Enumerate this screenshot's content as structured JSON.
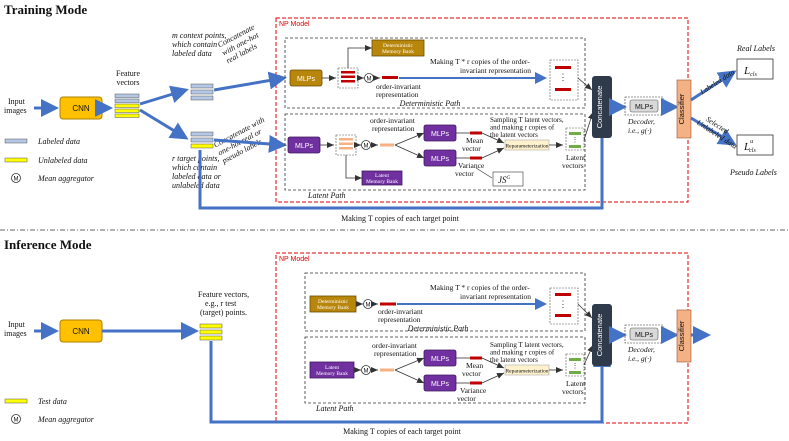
{
  "training": {
    "heading": "Training Mode",
    "np_model_label": "NP Model",
    "input_label": [
      "Input",
      "images"
    ],
    "cnn_label": "CNN",
    "feature_label": [
      "Feature",
      "vectors"
    ],
    "context_label": [
      "m context points,",
      "which contain",
      "labeled data"
    ],
    "target_label": [
      "r target points,",
      "which contain",
      "labeled data or",
      "unlabeled data"
    ],
    "concat_onehot_label": [
      "Concatenate",
      "with one-hot",
      "real labels"
    ],
    "concat_onehot2_label": [
      "Concatenate with",
      "one-hot real or",
      "pseudo labels"
    ],
    "det_memory_bank": [
      "Deterministic",
      "Memory Bank"
    ],
    "latent_memory_bank": [
      "Latent",
      "Memory Bank"
    ],
    "mlps": "MLPs",
    "mean_agg_symbol": "M",
    "order_invariant": "order-invariant representation",
    "order_invariant_top": [
      "order-invariant",
      "representation"
    ],
    "making_copies": [
      "Making T * r  copies of the order-",
      "invariant representation"
    ],
    "deterministic_path": "Deterministic Path",
    "latent_path": "Latent Path",
    "mean_vector": [
      "Mean",
      "vector"
    ],
    "variance_vector": [
      "Variance",
      "vector"
    ],
    "js_symbol": "JS",
    "js_sup": "G",
    "sampling": [
      "Sampling T  latent vectors,",
      "and making r copies of",
      "the latent vectors"
    ],
    "reparam": "Reparameterization",
    "latent_vectors": [
      "Latent",
      "vectors"
    ],
    "concatenate": "Concatenate",
    "decoder": [
      "Decoder,",
      "i.e., g(·)"
    ],
    "classifier": "Classifier",
    "real_labels": "Real Labels",
    "pseudo_labels": "Pseudo Labels",
    "labeled_data_arrow": "Labeled data",
    "selected_unlabeled": [
      "Selected",
      "Unlabeled data"
    ],
    "loss_cls": "L",
    "loss_sub": "cls",
    "loss_sup": "u",
    "making_target_copies": "Making T copies of each target point",
    "legend_labeled": "Labeled data",
    "legend_unlabeled": "Unlabeled data",
    "legend_mean": "Mean aggregator"
  },
  "inference": {
    "heading": "Inference Mode",
    "np_model_label": "NP Model",
    "input_label": [
      "Input",
      "images"
    ],
    "cnn_label": "CNN",
    "feature_label": [
      "Feature vectors,",
      "e.g., r test",
      "(target) points."
    ],
    "det_memory_bank": [
      "Deterministic",
      "Memory Bank"
    ],
    "latent_memory_bank": [
      "Latent",
      "Memory Bank"
    ],
    "mlps": "MLPs",
    "making_copies": [
      "Making T * r  copies of the order-",
      "invariant representation"
    ],
    "order_invariant": [
      "order-invariant",
      "representation"
    ],
    "order_invariant_top": [
      "order-invariant",
      "representation"
    ],
    "deterministic_path": "Deterministic Path",
    "latent_path": "Latent Path",
    "mean_vector": [
      "Mean",
      "vector"
    ],
    "variance_vector": [
      "Variance",
      "vector"
    ],
    "sampling": [
      "Sampling T  latent vectors,",
      "and making r  copies of",
      "the latent vectors"
    ],
    "reparam": "Reparameterization",
    "latent_vectors": [
      "Latent",
      "vectors"
    ],
    "concatenate": "Concatenate",
    "decoder": [
      "Decoder,",
      "i.e., g(·)"
    ],
    "classifier": "Classifier",
    "making_target_copies": "Making T copies of each target point",
    "legend_test": "Test data",
    "legend_mean": "Mean aggregator"
  },
  "colors": {
    "blue_arrow": "#4472c4",
    "cnn": "#ffc000",
    "det_mlp": "#b8860b",
    "latent_mlp": "#7030a0",
    "concat": "#2f3a4a",
    "classifier": "#f4b183",
    "red_vec": "#c00000",
    "yellow_vec": "#ffff00",
    "labeled_vec": "#b4c7e7",
    "np_border": "#e00000"
  }
}
